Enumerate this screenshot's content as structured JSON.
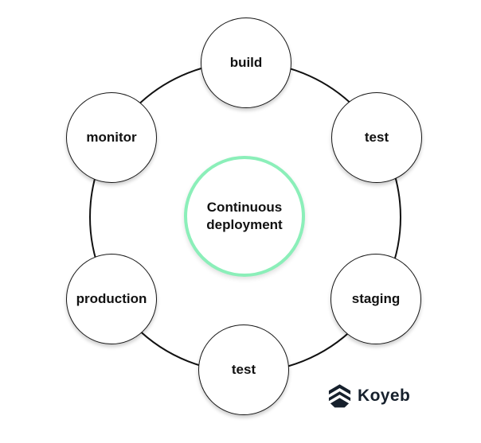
{
  "diagram": {
    "name": "continuous-deployment-cycle",
    "center_node": {
      "label": "Continuous deployment",
      "border_color": "#8BEFB9"
    },
    "cycle_nodes": [
      {
        "id": "build",
        "label": "build"
      },
      {
        "id": "test-1",
        "label": "test"
      },
      {
        "id": "staging",
        "label": "staging"
      },
      {
        "id": "test-2",
        "label": "test"
      },
      {
        "id": "production",
        "label": "production"
      },
      {
        "id": "monitor",
        "label": "monitor"
      }
    ],
    "colors": {
      "ring": "#111111",
      "node_border": "#161616",
      "node_fill": "#ffffff",
      "label_text": "#111111"
    }
  },
  "branding": {
    "logo_text": "Koyeb",
    "logo_icon": "koyeb-chevrons-icon",
    "logo_color": "#16202C"
  }
}
